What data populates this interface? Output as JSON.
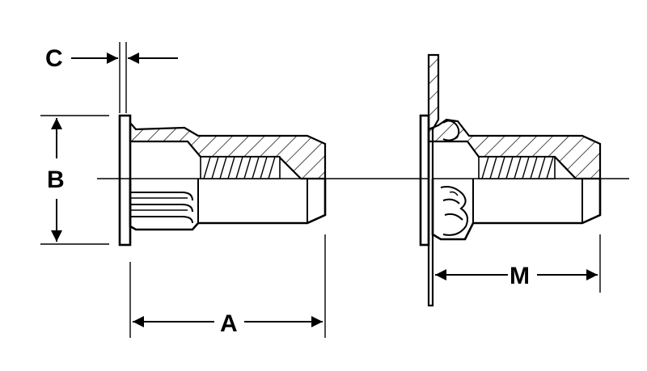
{
  "dimensions": {
    "a_label": "A",
    "b_label": "B",
    "c_label": "C",
    "m_label": "M"
  },
  "colors": {
    "line": "#000000",
    "background": "#ffffff"
  }
}
